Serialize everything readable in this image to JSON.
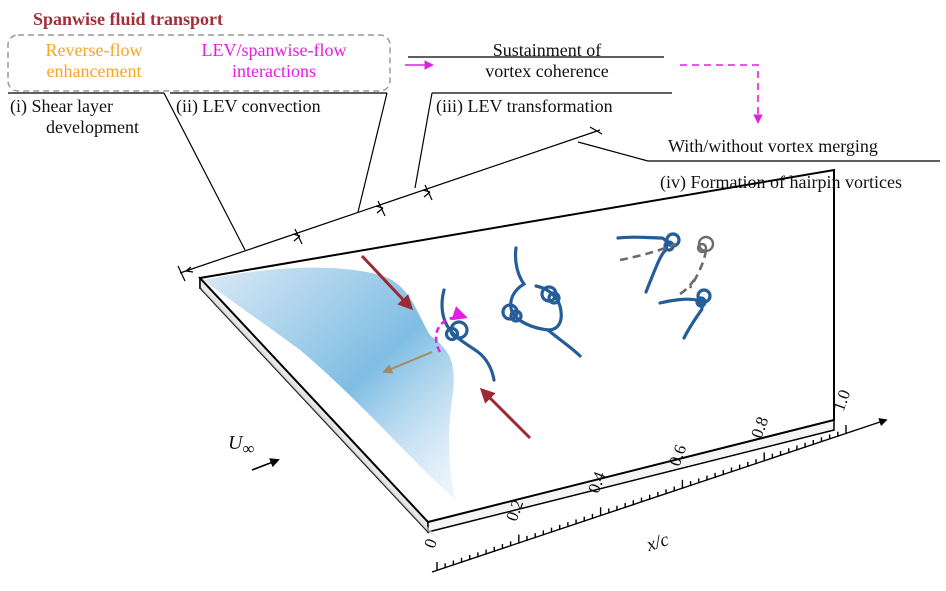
{
  "colors": {
    "title": "#a23039",
    "orange": "#f5a623",
    "magenta": "#e21ee2",
    "vortex": "#255d98",
    "arrow_red": "#9b2a35",
    "arrow_tan": "#a58a5f",
    "gray_dash": "#6b6b6b",
    "blue_light": "#dbeaf6",
    "blue_mid": "#7fbde3"
  },
  "heading": {
    "spanwise": "Spanwise fluid transport"
  },
  "box": {
    "reverse_line1": "Reverse-flow",
    "reverse_line2": "enhancement",
    "lev_line1": "LEV/spanwise-flow",
    "lev_line2": "interactions"
  },
  "stages": {
    "s1_line1": "(i)  Shear layer",
    "s1_line2": "development",
    "s2": "(ii)  LEV convection",
    "s3": "(iii)  LEV transformation",
    "sustain_line1": "Sustainment of",
    "sustain_line2": "vortex coherence",
    "merging": "With/without vortex merging",
    "s4": "(iv) Formation of hairpin vortices"
  },
  "freestream": {
    "symbol": "U",
    "subscript": "∞"
  },
  "axis": {
    "label": "x/c",
    "ticks": [
      "0",
      "0.2",
      "0.4",
      "0.6",
      "0.8",
      "1.0"
    ]
  },
  "icons": [
    "dashed-arrow-icon",
    "arrow-icon",
    "spiral-icon"
  ]
}
